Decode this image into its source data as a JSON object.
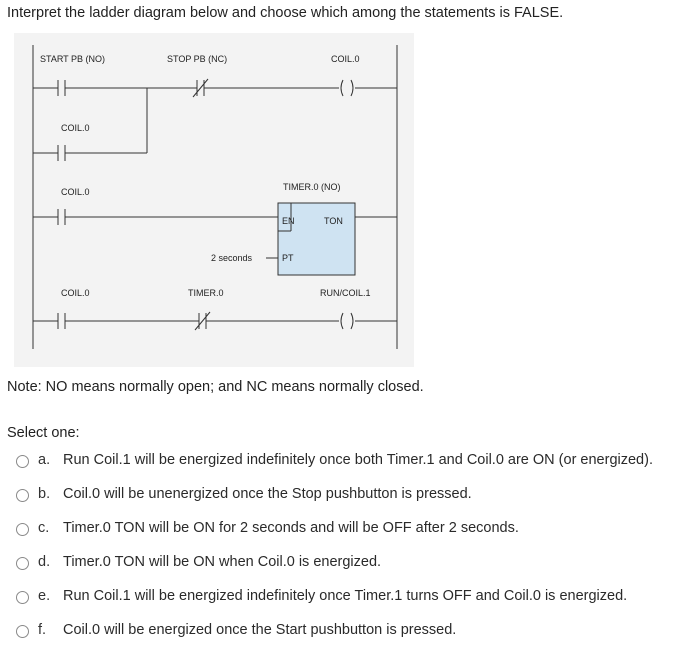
{
  "question": "Interpret the ladder diagram below and choose which among the statements is FALSE.",
  "diagram": {
    "start_pb": "START PB (NO)",
    "stop_pb": "STOP PB (NC)",
    "coil0_out": "COIL.0",
    "coil0_seal": "COIL.0",
    "coil0_rung2": "COIL.0",
    "timer_name": "TIMER.0 (NO)",
    "timer_en": "EN",
    "timer_ton": "TON",
    "timer_preset": "2 seconds",
    "timer_pt": "PT",
    "coil0_rung3": "COIL.0",
    "timer0_nc": "TIMER.0",
    "run_coil": "RUN/COIL.1"
  },
  "note": "Note: NO means normally open; and NC means normally closed.",
  "select_label": "Select one:",
  "options": [
    {
      "letter": "a.",
      "text": "Run Coil.1 will be energized indefinitely once both Timer.1 and Coil.0 are ON (or energized)."
    },
    {
      "letter": "b.",
      "text": "Coil.0 will be unenergized once the Stop pushbutton is pressed."
    },
    {
      "letter": "c.",
      "text": "Timer.0 TON will be ON for 2 seconds and will be OFF after 2 seconds."
    },
    {
      "letter": "d.",
      "text": "Timer.0 TON will be ON when Coil.0 is energized."
    },
    {
      "letter": "e.",
      "text": "Run Coil.1 will be energized indefinitely once Timer.1 turns OFF and Coil.0 is energized."
    },
    {
      "letter": "f.",
      "text": "Coil.0 will be energized once the Start pushbutton is pressed."
    }
  ],
  "colors": {
    "timer_fill": "#cfe3f2",
    "line": "#333333",
    "diagram_bg": "#f3f3f3"
  }
}
